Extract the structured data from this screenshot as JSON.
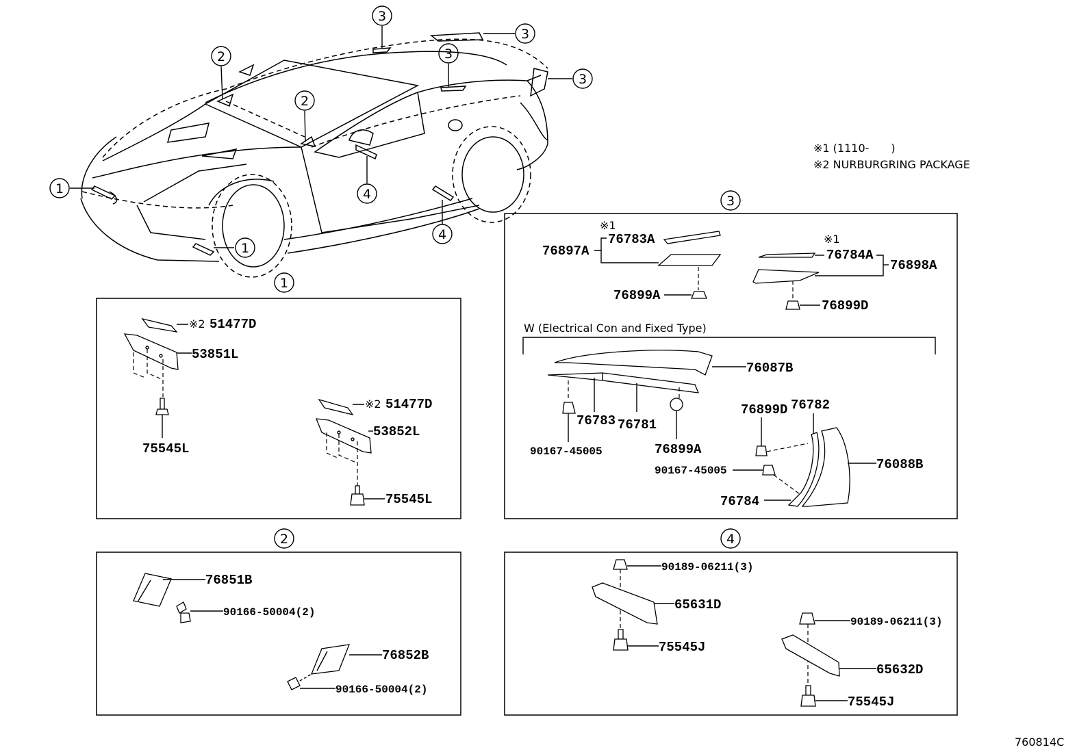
{
  "notes": {
    "note1": "※1 (1110-　　)",
    "note2": "※2 NURBURGRING PACKAGE"
  },
  "callouts": {
    "c1": "1",
    "c2": "2",
    "c3": "3",
    "c4": "4"
  },
  "sections": {
    "s1": {
      "title": "1",
      "parts": {
        "p51477D_a": "51477D",
        "p51477D_b": "51477D",
        "note_mark_a": "※2",
        "note_mark_b": "※2",
        "p53851L": "53851L",
        "p53852L": "53852L",
        "p75545L_a": "75545L",
        "p75545L_b": "75545L"
      }
    },
    "s2": {
      "title": "2",
      "parts": {
        "p76851B": "76851B",
        "p90166_a": "90166-50004(2)",
        "p76852B": "76852B",
        "p90166_b": "90166-50004(2)"
      }
    },
    "s3": {
      "title": "3",
      "parts": {
        "mark1_a": "※1",
        "mark1_b": "※1",
        "p76783A": "76783A",
        "p76897A": "76897A",
        "p76899A_top": "76899A",
        "p76784A": "76784A",
        "p76898A": "76898A",
        "p76899D_top": "76899D",
        "wing_label": "W (Electrical Con and Fixed Type)",
        "p76087B": "76087B",
        "p76783": "76783",
        "p76781": "76781",
        "p90167_a": "90167-45005",
        "p76899A_low": "76899A",
        "p76899D_low": "76899D",
        "p76782": "76782",
        "p90167_b": "90167-45005",
        "p76088B": "76088B",
        "p76784": "76784"
      }
    },
    "s4": {
      "title": "4",
      "parts": {
        "p90189_a": "90189-06211(3)",
        "p65631D": "65631D",
        "p75545J_a": "75545J",
        "p90189_b": "90189-06211(3)",
        "p65632D": "65632D",
        "p75545J_b": "75545J"
      }
    }
  },
  "figure_id": "760814C"
}
